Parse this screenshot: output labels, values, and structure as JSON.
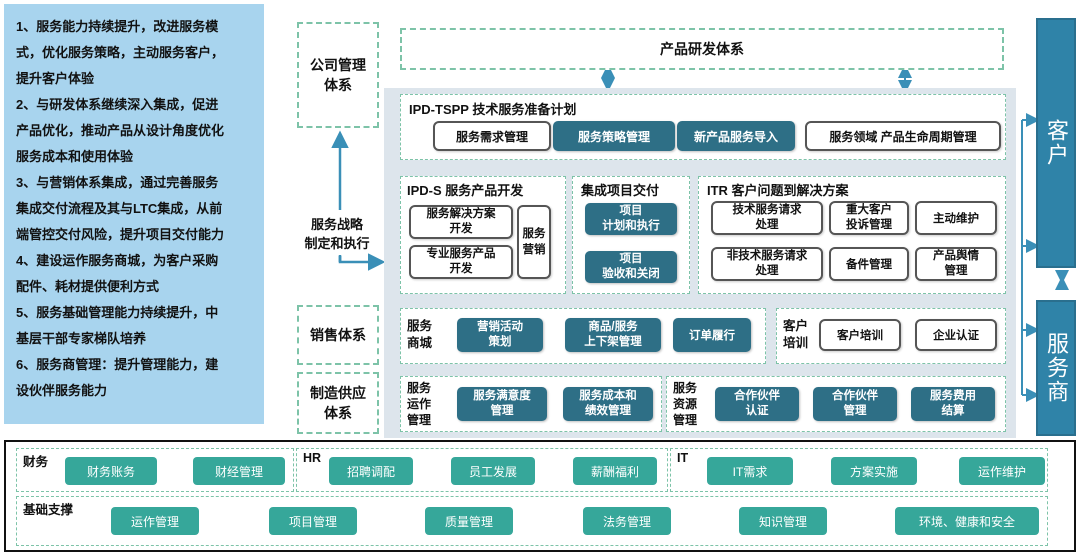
{
  "left_panel": {
    "points": [
      "1、服务能力持续提升，改进服务模",
      "式，优化服务策略，主动服务客户，",
      "提升客户体验",
      "2、与研发体系继续深入集成，促进",
      "产品优化，推动产品从设计角度优化",
      "服务成本和使用体验",
      "3、与营销体系集成，通过完善服务",
      "集成交付流程及其与LTC集成，从前",
      "端管控交付风险，提升项目交付能力",
      "4、建设运作服务商城，为客户采购",
      "配件、耗材提供便利方式",
      "5、服务基础管理能力持续提升，中",
      "基层干部专家梯队培养",
      "6、服务商管理：提升管理能力，建",
      "设伙伴服务能力"
    ]
  },
  "left_systems": {
    "company_mgmt": "公司管理\n体系",
    "strategy": "服务战略\n制定和执行",
    "sales": "销售体系",
    "manufacturing": "制造供应\n体系"
  },
  "top": {
    "rd_system": "产品研发体系"
  },
  "ipd_tspp": {
    "title": "IPD-TSPP 技术服务准备计划",
    "items": [
      "服务需求管理",
      "服务策略管理",
      "新产品服务导入",
      "服务领域 产品生命周期管理"
    ]
  },
  "ipd_s": {
    "title": "IPD-S 服务产品开发",
    "items": [
      "服务解决方案\n开发",
      "专业服务产品\n开发"
    ],
    "side_item": "服务\n营销"
  },
  "integrated_delivery": {
    "title": "集成项目交付",
    "items": [
      "项目\n计划和执行",
      "项目\n验收和关闭"
    ]
  },
  "itr": {
    "title": "ITR 客户问题到解决方案",
    "items": [
      "技术服务请求\n处理",
      "重大客户\n投诉管理",
      "主动维护",
      "非技术服务请求\n处理",
      "备件管理",
      "产品舆情\n管理"
    ]
  },
  "service_mall": {
    "label": "服务\n商城",
    "items": [
      "营销活动\n策划",
      "商品/服务\n上下架管理",
      "订单履行"
    ]
  },
  "customer_training": {
    "label": "客户\n培训",
    "items": [
      "客户培训",
      "企业认证"
    ]
  },
  "service_ops": {
    "label": "服务\n运作\n管理",
    "items": [
      "服务满意度\n管理",
      "服务成本和\n绩效管理"
    ]
  },
  "service_resources": {
    "label": "服务\n资源\n管理",
    "items": [
      "合作伙伴\n认证",
      "合作伙伴\n管理",
      "服务费用\n结算"
    ]
  },
  "right": {
    "customer": "客户",
    "provider": "服务商"
  },
  "bottom": {
    "finance": {
      "label": "财务",
      "items": [
        "财务账务",
        "财经管理"
      ]
    },
    "hr": {
      "label": "HR",
      "items": [
        "招聘调配",
        "员工发展",
        "薪酬福利"
      ]
    },
    "it": {
      "label": "IT",
      "items": [
        "IT需求",
        "方案实施",
        "运作维护"
      ]
    },
    "base": {
      "label": "基础支撑",
      "items": [
        "运作管理",
        "项目管理",
        "质量管理",
        "法务管理",
        "知识管理",
        "环境、健康和安全"
      ]
    }
  },
  "colors": {
    "dark_button": "#2e6f86",
    "teal_button": "#36a79a",
    "sidebar_bg": "#a8d4ee",
    "right_blue": "#2f83a8",
    "dashed_border": "#7dc3a8",
    "center_bg": "#dde5ec"
  }
}
